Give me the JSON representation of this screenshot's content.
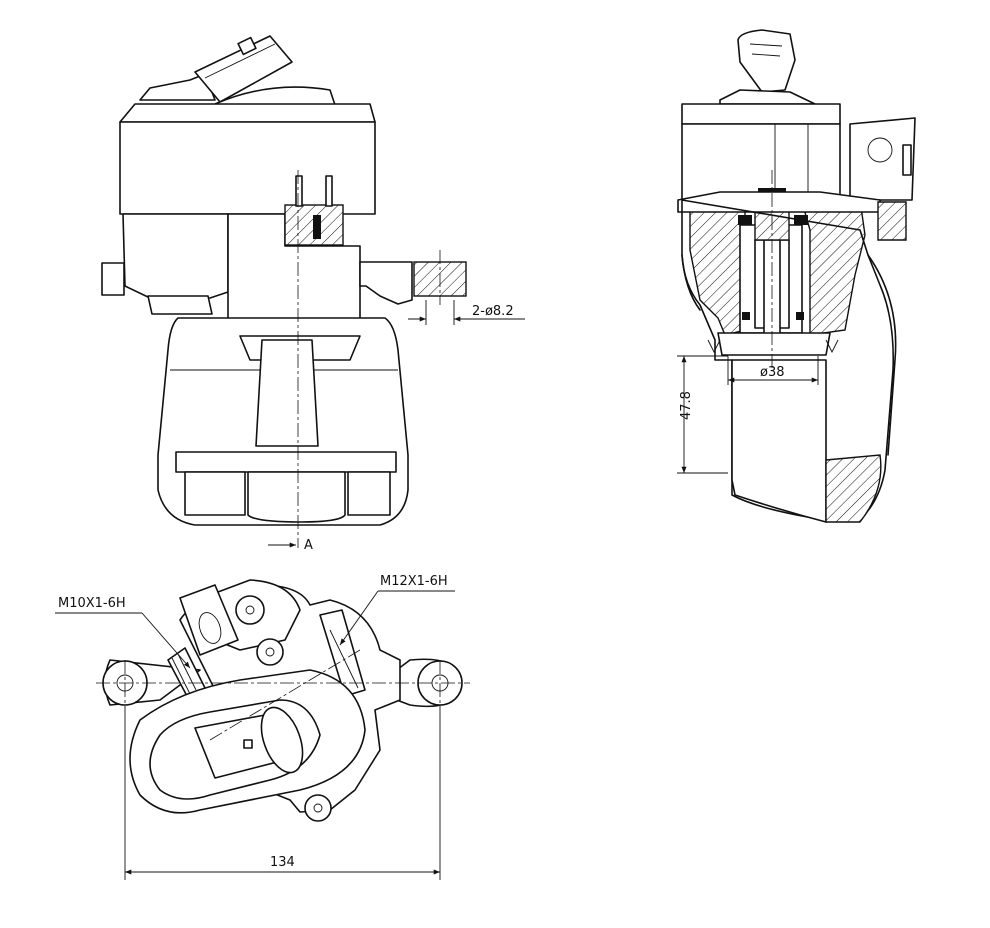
{
  "drawing": {
    "annotations": {
      "bolt_holes": "2-ø8.2",
      "bore_diameter": "ø38",
      "piston_height": "47.8",
      "view_marker": "A",
      "thread_left": "M10X1-6H",
      "thread_right": "M12X1-6H",
      "overall_width": "134"
    }
  }
}
